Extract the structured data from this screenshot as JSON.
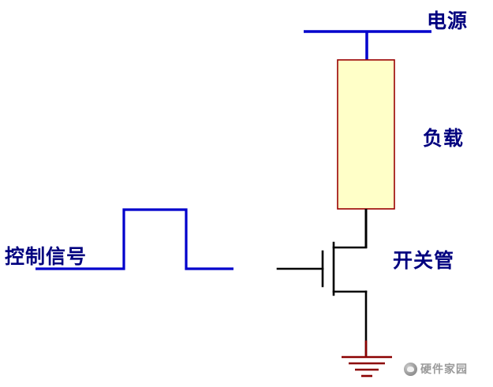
{
  "diagram": {
    "title_hint": "switching-transistor-load-circuit",
    "labels": {
      "power": "电源",
      "load": "负载",
      "switch": "开关管",
      "control_signal": "控制信号"
    },
    "watermark": "硬件家园",
    "colors": {
      "wire_blue": "#0000cc",
      "label_navy": "#00007f",
      "load_fill": "#ffffc8",
      "load_border": "#990000",
      "wire_black": "#000000",
      "ground_maroon": "#8b0000",
      "watermark_gray": "#9a9a9a"
    }
  }
}
